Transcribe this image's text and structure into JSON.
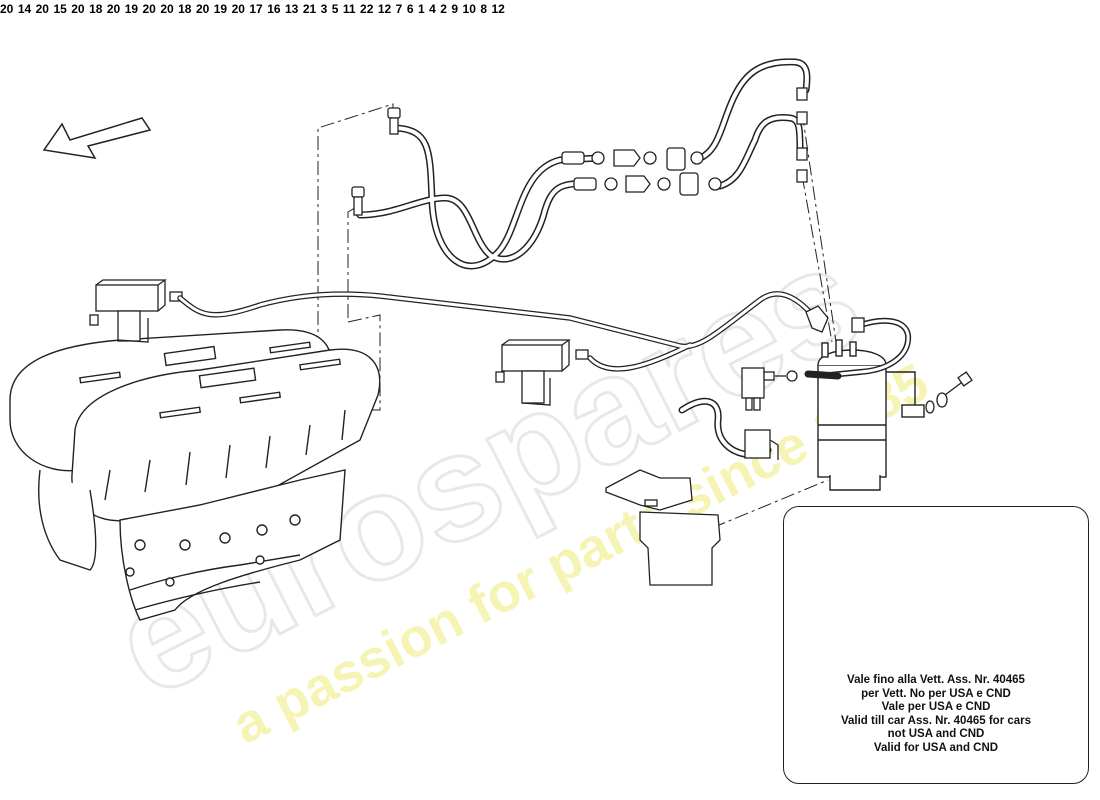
{
  "watermark": {
    "brand": "eurospares",
    "tagline": "a passion for parts since 1985"
  },
  "part_labels": {
    "p1": "1",
    "p2": "2",
    "p3": "3",
    "p4": "4",
    "p5": "5",
    "p6": "6",
    "p7": "7",
    "p8": "8",
    "p9": "9",
    "p10": "10",
    "p11": "11",
    "p12": "12",
    "p13": "13",
    "p14": "14",
    "p15": "15",
    "p16": "16",
    "p17": "17",
    "p18": "18",
    "p19": "19",
    "p20": "20",
    "p21": "21",
    "p22": "22"
  },
  "inset_note": [
    "Vale fino alla Vett. Ass. Nr. 40465",
    "per Vett. No per USA e CND",
    "Vale per USA e CND",
    "Valid till car Ass. Nr. 40465 for cars",
    "not USA and CND",
    "Valid for USA and CND"
  ],
  "colors": {
    "line": "#222222",
    "watermark_grey": "#d6d6d6",
    "watermark_yellow": "#f2f19b"
  }
}
